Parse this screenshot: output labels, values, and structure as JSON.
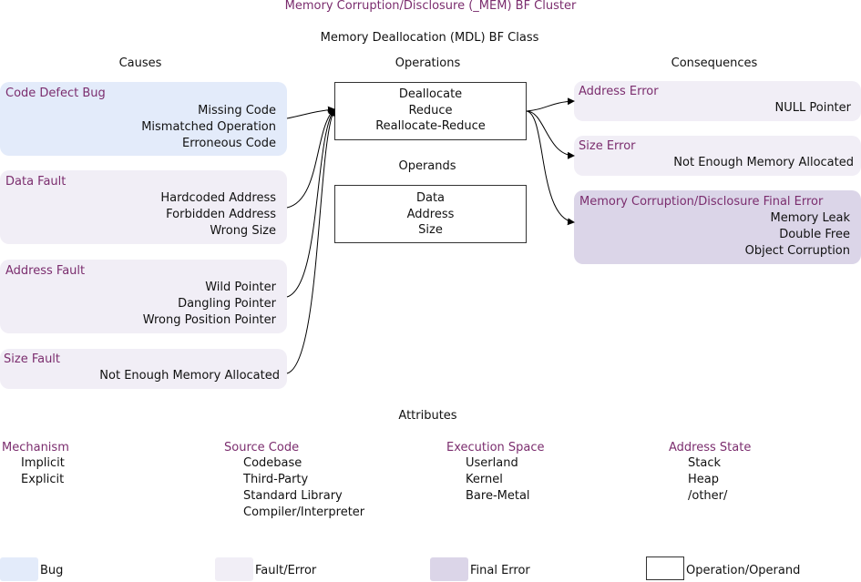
{
  "cluster_title": "Memory Corruption/Disclosure (_MEM) BF Cluster",
  "class_title": "Memory Deallocation (MDL) BF Class",
  "headers": {
    "causes": "Causes",
    "operations": "Operations",
    "consequences": "Consequences",
    "operands": "Operands",
    "attributes": "Attributes"
  },
  "causes": [
    {
      "title": "Code Defect Bug",
      "items": [
        "Missing Code",
        "Mismatched Operation",
        "Erroneous Code"
      ]
    },
    {
      "title": "Data Fault",
      "items": [
        "Hardcoded Address",
        "Forbidden Address",
        "Wrong Size"
      ]
    },
    {
      "title": "Address Fault",
      "items": [
        "Wild Pointer",
        "Dangling Pointer",
        "Wrong Position Pointer"
      ]
    },
    {
      "title": "Size Fault",
      "items": [
        "Not Enough Memory Allocated"
      ]
    }
  ],
  "operations": [
    "Deallocate",
    "Reduce",
    "Reallocate-Reduce"
  ],
  "operands": [
    "Data",
    "Address",
    "Size"
  ],
  "consequences": [
    {
      "title": "Address Error",
      "items": [
        "NULL Pointer"
      ]
    },
    {
      "title": "Size Error",
      "items": [
        "Not Enough Memory Allocated"
      ]
    },
    {
      "title": "Memory Corruption/Disclosure Final Error",
      "items": [
        "Memory Leak",
        "Double Free",
        "Object Corruption"
      ]
    }
  ],
  "attributes": [
    {
      "title": "Mechanism",
      "items": [
        "Implicit",
        "Explicit"
      ]
    },
    {
      "title": "Source Code",
      "items": [
        "Codebase",
        "Third-Party",
        "Standard Library",
        "Compiler/Interpreter"
      ]
    },
    {
      "title": "Execution Space",
      "items": [
        "Userland",
        "Kernel",
        "Bare-Metal"
      ]
    },
    {
      "title": "Address State",
      "items": [
        "Stack",
        "Heap",
        "/other/"
      ]
    }
  ],
  "legend": {
    "bug": "Bug",
    "fault": "Fault/Error",
    "final": "Final Error",
    "operation": "Operation/Operand"
  },
  "colors": {
    "bug": "#e3ebfa",
    "fault": "#f1eef6",
    "final": "#dbd5e8",
    "title_text": "#7b2d6e"
  }
}
